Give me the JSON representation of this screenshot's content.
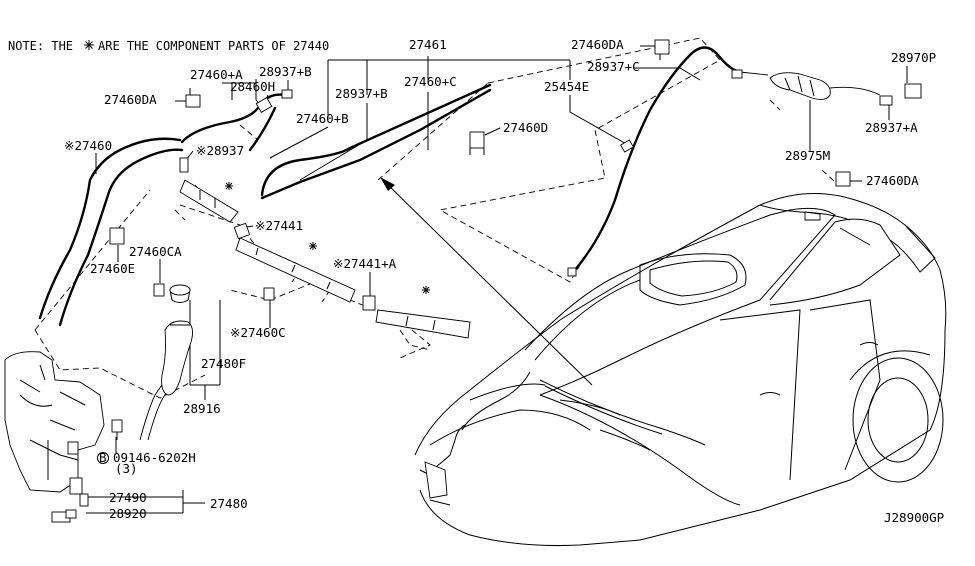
{
  "note": {
    "prefix": "NOTE: THE",
    "suffix": "ARE THE COMPONENT PARTS OF 27440"
  },
  "diagram_code": "J28900GP",
  "labels": {
    "p27461": "27461",
    "p27460DA_top": "27460DA",
    "p28970P": "28970P",
    "p27460A": "27460+A",
    "p28937B_top": "28937+B",
    "p28937C": "28937+C",
    "p27460C_top": "27460+C",
    "p25454E": "25454E",
    "p28460H": "28460H",
    "p28937B": "28937+B",
    "p27460DA_left": "27460DA",
    "p27460B": "27460+B",
    "p27460D": "27460D",
    "p28937A": "28937+A",
    "p27460_star": "※27460",
    "p28937_star": "※28937",
    "p28975M": "28975M",
    "p27460DA_right": "27460DA",
    "p27441_star": "※27441",
    "p27460CA": "27460CA",
    "p27460E": "27460E",
    "p27441A_star": "※27441+A",
    "p27460C_star": "※27460C",
    "p27480F": "27480F",
    "p28916": "28916",
    "p09146": "09146-6202H",
    "p09146_qty": "(3)",
    "p09146_prefix": "B",
    "p27490": "27490",
    "p27480": "27480",
    "p28920": "28920"
  }
}
